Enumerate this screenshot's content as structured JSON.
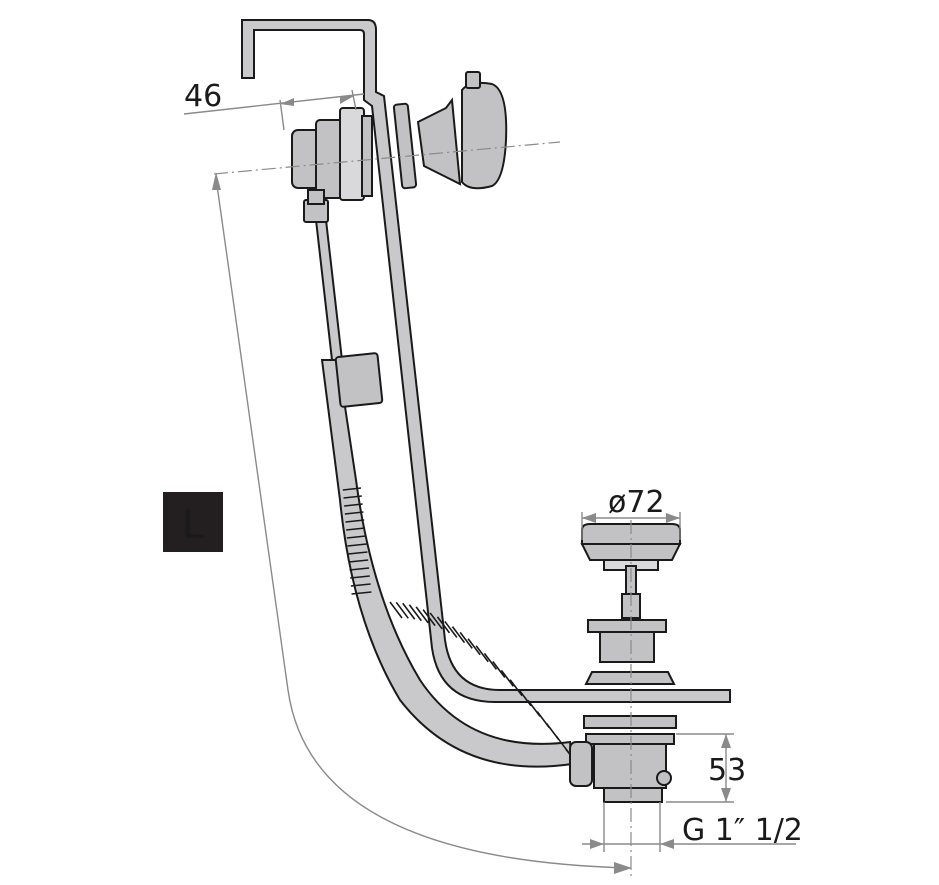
{
  "dimensions": {
    "offset": "46",
    "cap_diameter": "ø72",
    "waste_height": "53",
    "thread": "G 1″ 1/2"
  },
  "label_box": {
    "text": "L",
    "bg_color": "#231f20",
    "text_color": "#ffffff"
  },
  "colors": {
    "metal": "#c9c9cb",
    "outline": "#1a1a1a",
    "dimension": "#8a8a8a"
  }
}
